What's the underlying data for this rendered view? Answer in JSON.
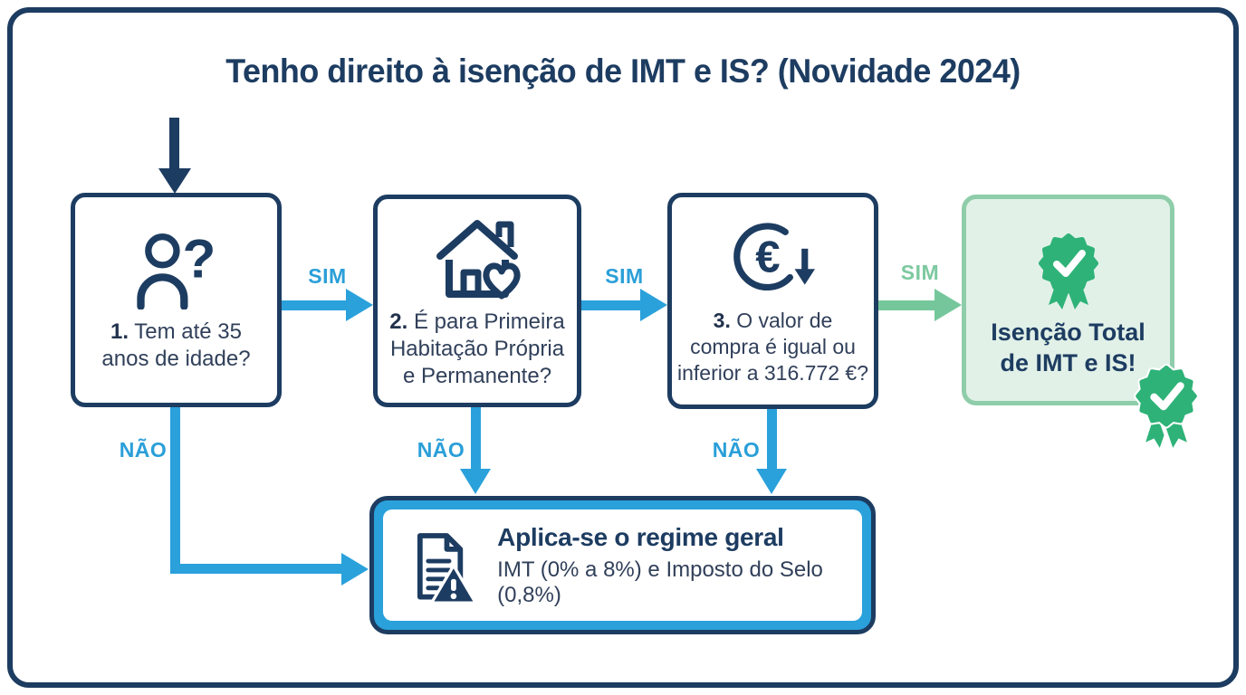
{
  "title": "Tenho direito à isenção de IMT e IS? (Novidade 2024)",
  "labels": {
    "yes": "SIM",
    "no": "NÃO"
  },
  "steps": {
    "step1": {
      "number": "1.",
      "question": " Tem até 35 anos de idade?",
      "icon": "person-question-icon"
    },
    "step2": {
      "number": "2.",
      "question": " É para Primeira Habitação Própria e Permanente?",
      "icon": "house-heart-icon"
    },
    "step3": {
      "number": "3.",
      "question": " O valor de compra é igual ou inferior a 316.772 €?",
      "icon": "euro-decrease-icon"
    }
  },
  "success": {
    "line1": "Isenção Total",
    "line2": "de IMT e IS!",
    "icon": "award-badge-icon"
  },
  "general_regime": {
    "title": "Aplica-se o regime geral",
    "subtitle": "IMT (0% a 8%) e Imposto do Selo (0,8%)",
    "icon": "document-warning-icon"
  },
  "icons": {
    "question_mark": "?",
    "euro_symbol": "€"
  },
  "colors": {
    "navy": "#1d3c61",
    "body_text": "#31405a",
    "blue_arrow": "#2aa1db",
    "green_arrow": "#75c79b",
    "success_border": "#8fcdaa",
    "success_bg": "#e1f1e8",
    "badge_green": "#2eb278",
    "background": "#ffffff"
  }
}
